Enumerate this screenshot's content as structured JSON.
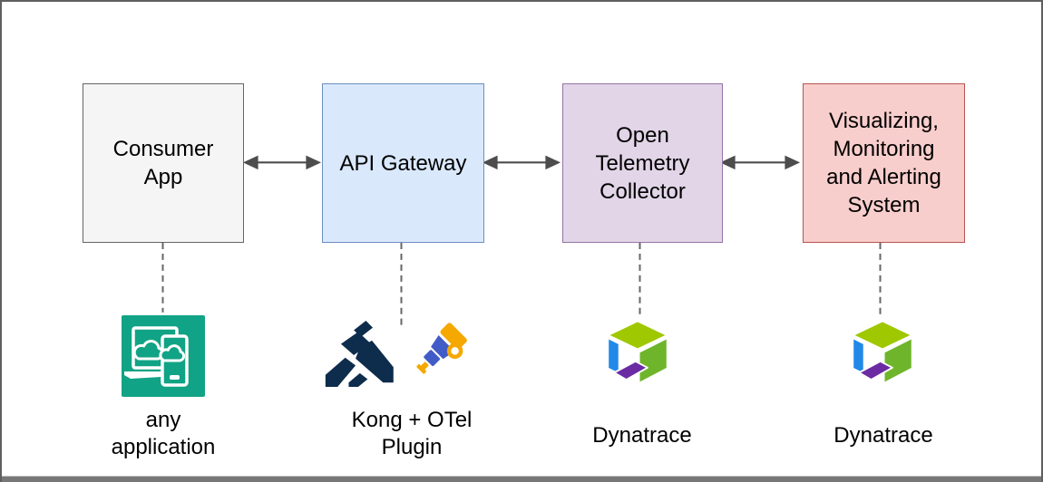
{
  "diagram": {
    "nodes": [
      {
        "label": "Consumer\nApp",
        "fill": "#f5f5f5",
        "border": "#666666"
      },
      {
        "label": "API Gateway",
        "fill": "#dae8fc",
        "border": "#6c8ebf"
      },
      {
        "label": "Open\nTelemetry\nCollector",
        "fill": "#e1d5e7",
        "border": "#9673a6"
      },
      {
        "label": "Visualizing,\nMonitoring\nand Alerting\nSystem",
        "fill": "#f8cecc",
        "border": "#b85450"
      }
    ],
    "captions": [
      {
        "label": "any\napplication"
      },
      {
        "label": "Kong + OTel\nPlugin"
      },
      {
        "label": "Dynatrace"
      },
      {
        "label": "Dynatrace"
      }
    ],
    "connectors": {
      "arrow_color": "#4d4d4d",
      "dashed_color": "#666666"
    },
    "icons": {
      "cloud_application": {
        "name": "cloud-application-icon",
        "bg": "#11A385",
        "fg": "#ffffff"
      },
      "kong": {
        "name": "kong-gorilla-logo",
        "color": "#0E2C4C"
      },
      "otel": {
        "name": "opentelemetry-telescope-logo",
        "orange": "#F5A800",
        "blue": "#425CC7"
      },
      "dynatrace": {
        "name": "dynatrace-cube-logo",
        "top": "#A0C800",
        "right": "#6FB52C",
        "left": "#2289E8",
        "bottom": "#6A2BA3"
      }
    }
  }
}
